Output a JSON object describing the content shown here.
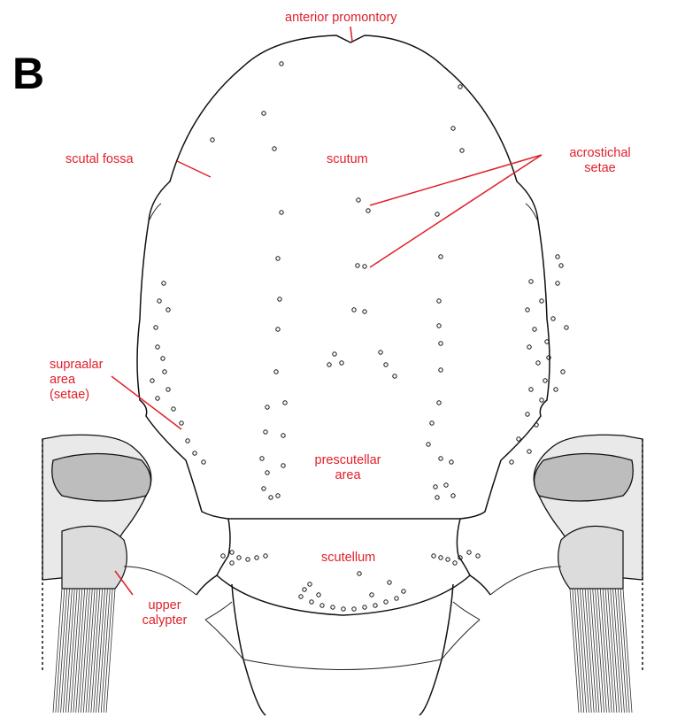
{
  "panel_letter": "B",
  "colors": {
    "label": "#e0202a",
    "ink": "#111111",
    "background": "#ffffff"
  },
  "labels": {
    "anterior_promontory": "anterior promontory",
    "scutal_fossa": "scutal fossa",
    "scutum": "scutum",
    "acrostichal_line1": "acrostichal",
    "acrostichal_line2": "setae",
    "supraalar_line1": "supraalar",
    "supraalar_line2": "area",
    "supraalar_line3": "(setae)",
    "prescutellar_line1": "prescutellar",
    "prescutellar_line2": "area",
    "scutellum": "scutellum",
    "upper_calypter_line1": "upper",
    "upper_calypter_line2": "calypter"
  }
}
